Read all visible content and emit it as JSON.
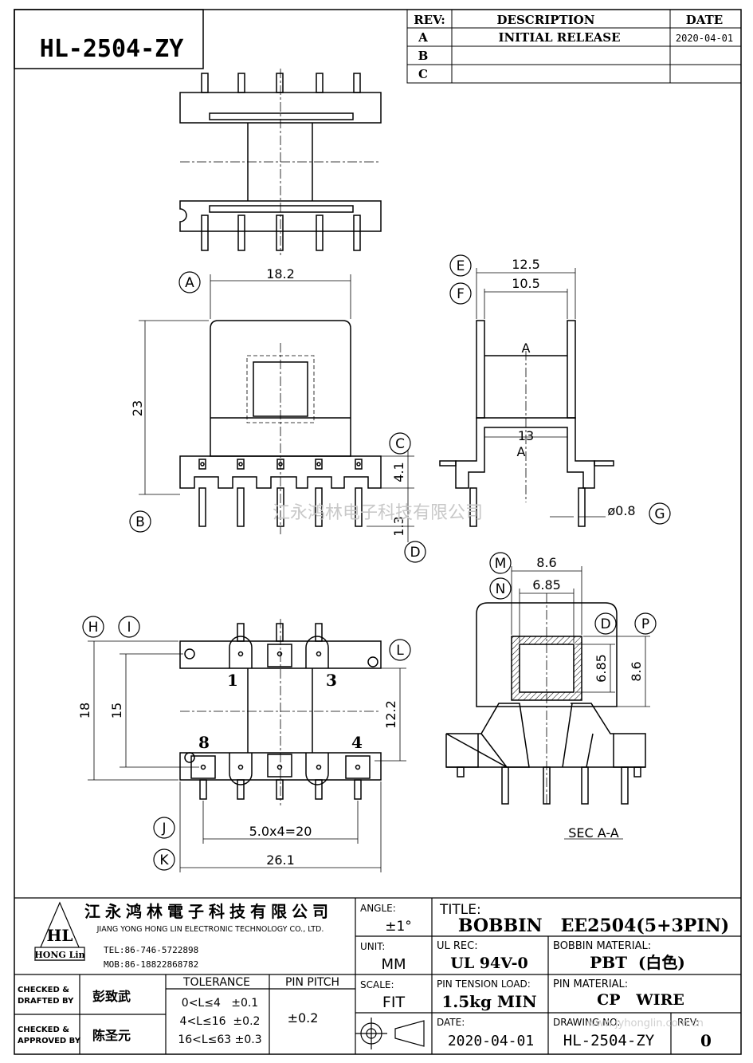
{
  "drawing_number": "HL-2504-ZY",
  "revision_table": {
    "headers": [
      "REV:",
      "DESCRIPTION",
      "DATE"
    ],
    "rows": [
      {
        "rev": "A",
        "description": "INITIAL RELEASE",
        "date": "2020-04-01"
      },
      {
        "rev": "B",
        "description": "",
        "date": ""
      },
      {
        "rev": "C",
        "description": "",
        "date": ""
      }
    ]
  },
  "dimensions": {
    "width_a": "18.2",
    "height_b": "23",
    "base_c": "4.1",
    "pin_d": "1.3",
    "outer_e": "12.5",
    "inner_f": "10.5",
    "inner_13": "13",
    "pin_diameter_g": "ø0.8",
    "h_18": "18",
    "i_15": "15",
    "l_12_2": "12.2",
    "j_pitch": "5.0x4=20",
    "k_26_1": "26.1",
    "m_8_6": "8.6",
    "n_6_85": "6.85",
    "o_6_85": "6.85",
    "p_8_6": "8.6"
  },
  "section_label": "A",
  "section_caption": "SEC A-A",
  "pin_numbers": [
    "1",
    "3",
    "8",
    "4"
  ],
  "callouts": [
    "A",
    "B",
    "C",
    "D",
    "E",
    "F",
    "G",
    "H",
    "I",
    "J",
    "K",
    "L",
    "M",
    "N",
    "D",
    "P"
  ],
  "watermark": "江永鸿林电子科技有限公司",
  "title_block": {
    "company_cn": "江永鸿林電子科技有限公司",
    "company_en": "JIANG YONG HONG LIN ELECTRONIC TECHNOLOGY CO., LTD.",
    "logo_text": "HL",
    "logo_sub": "HONG Lin",
    "tel": "TEL:86-746-5722898",
    "mob": "MOB:86-18822868782",
    "angle_label": "ANGLE:",
    "angle_value": "±1°",
    "unit_label": "UNIT:",
    "unit_value": "MM",
    "scale_label": "SCALE:",
    "scale_value": "FIT",
    "title_label": "TITLE:",
    "title_value": "BOBBIN   EE2504(5+3PIN)",
    "ul_label": "UL REC:",
    "ul_value": "UL 94V-0",
    "bobbin_material_label": "BOBBIN MATERIAL:",
    "bobbin_material_value": "PBT  (白色)",
    "pin_tension_label": "PIN TENSION LOAD:",
    "pin_tension_value": "1.5kg MIN",
    "pin_material_label": "PIN MATERIAL:",
    "pin_material_value": "CP   WIRE",
    "date_label": "DATE:",
    "date_value": "2020-04-01",
    "drawing_no_label": "DRAWING NO:",
    "drawing_no_value": "HL-2504-ZY",
    "rev_label": "REV:",
    "rev_value": "0",
    "checked_drafted_label": [
      "CHECKED &",
      "DRAFTED BY"
    ],
    "checked_drafted_name": "彭致武",
    "checked_approved_label": [
      "CHECKED &",
      "APPROVED BY"
    ],
    "checked_approved_name": "陈圣元",
    "tolerance_label": "TOLERANCE",
    "tolerance_rows": [
      "0<L≤4   ±0.1",
      "4<L≤16  ±0.2",
      "16<L≤63 ±0.3"
    ],
    "pin_pitch_label": "PIN PITCH",
    "pin_pitch_value": "±0.2",
    "site_watermark": "www.jyhonglin.com.cn"
  }
}
